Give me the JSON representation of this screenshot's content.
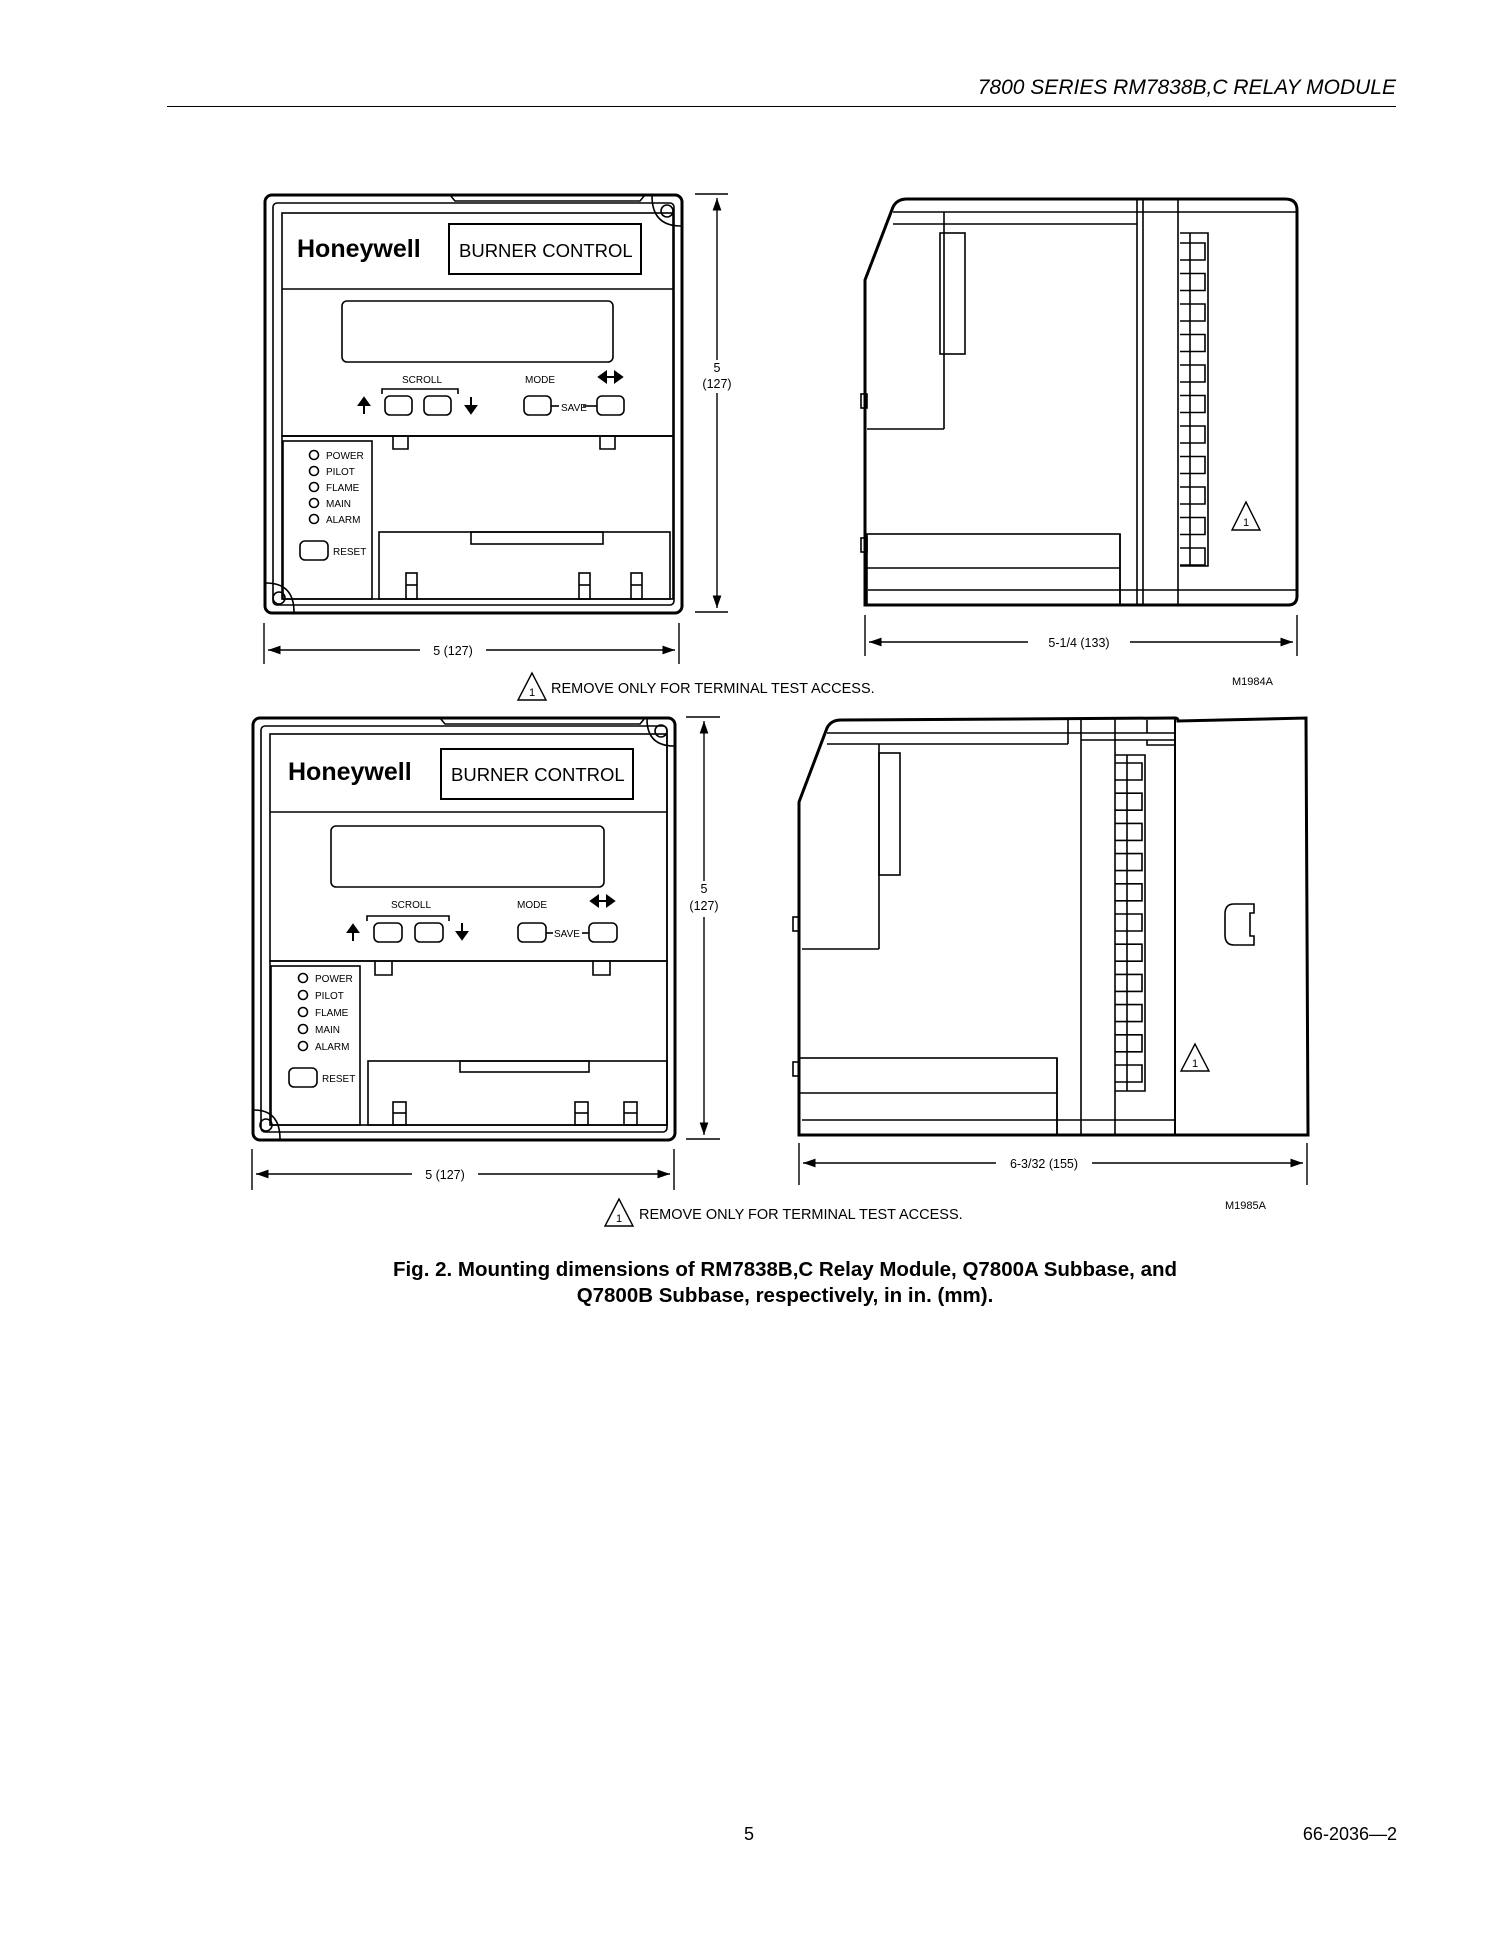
{
  "header": {
    "title": "7800 SERIES RM7838B,C RELAY MODULE"
  },
  "figure1": {
    "brand": "Honeywell",
    "panel_label": "BURNER CONTROL",
    "scroll_label": "SCROLL",
    "mode_label": "MODE",
    "save_label": "SAVE",
    "leds": [
      "POWER",
      "PILOT",
      "FLAME",
      "MAIN",
      "ALARM"
    ],
    "reset_label": "RESET",
    "height_dim_in": "5",
    "height_dim_mm": "(127)",
    "width_dim": "5 (127)",
    "depth_dim": "5-1/4 (133)",
    "note_marker": "1",
    "note_text": "REMOVE ONLY FOR TERMINAL TEST ACCESS.",
    "drawing_id": "M1984A"
  },
  "figure2": {
    "brand": "Honeywell",
    "panel_label": "BURNER CONTROL",
    "scroll_label": "SCROLL",
    "mode_label": "MODE",
    "save_label": "SAVE",
    "leds": [
      "POWER",
      "PILOT",
      "FLAME",
      "MAIN",
      "ALARM"
    ],
    "reset_label": "RESET",
    "height_dim_in": "5",
    "height_dim_mm": "(127)",
    "width_dim": "5 (127)",
    "depth_dim": "6-3/32 (155)",
    "note_marker": "1",
    "note_text": "REMOVE ONLY FOR TERMINAL TEST ACCESS.",
    "drawing_id": "M1985A"
  },
  "caption": {
    "line1": "Fig. 2. Mounting dimensions of RM7838B,C Relay Module, Q7800A Subbase, and",
    "line2": "Q7800B Subbase, respectively, in in. (mm)."
  },
  "footer": {
    "page_number": "5",
    "doc_number": "66-2036—2"
  }
}
